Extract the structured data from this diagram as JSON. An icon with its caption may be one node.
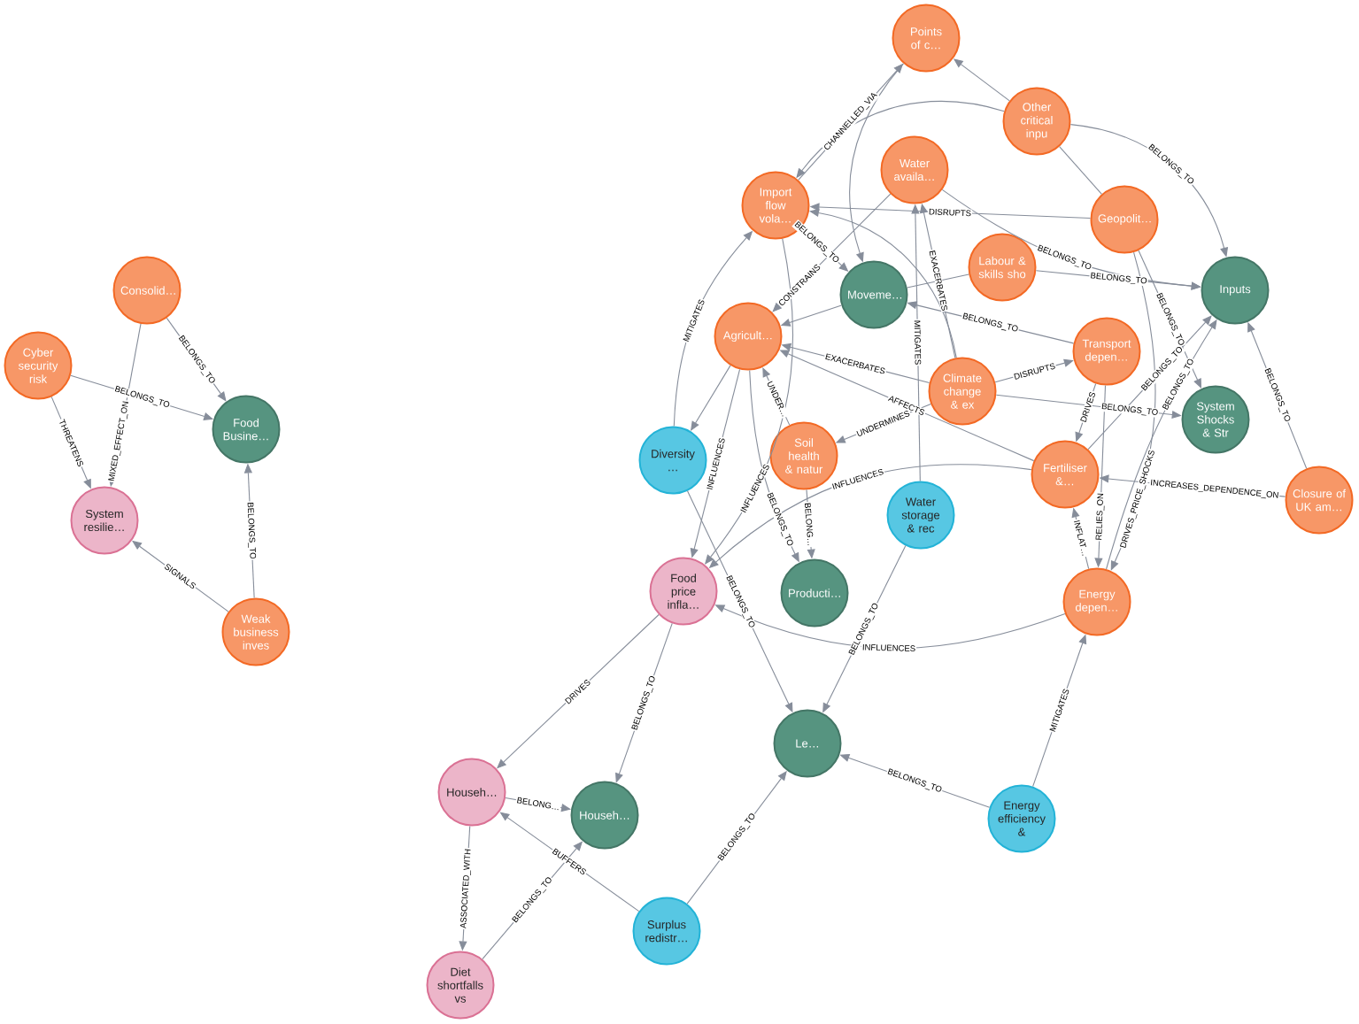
{
  "diagram": {
    "nodes": [
      {
        "text": [
          "Points of c…"
        ]
      },
      {
        "text": [
          "Other critical inpu"
        ]
      },
      {
        "text": [
          "Water availa…"
        ]
      },
      {
        "text": [
          "Import flow vola…"
        ]
      },
      {
        "text": [
          "Geopolit…"
        ]
      },
      {
        "text": [
          "Labour & skills sho"
        ]
      },
      {
        "text": [
          "Inputs"
        ]
      },
      {
        "text": [
          "Moveme…"
        ]
      },
      {
        "text": [
          "Agricult…"
        ]
      },
      {
        "text": [
          "Transport depen…"
        ]
      },
      {
        "text": [
          "Climate change & ex"
        ]
      },
      {
        "text": [
          "System Shocks & Str"
        ]
      },
      {
        "text": [
          "Diversity …"
        ]
      },
      {
        "text": [
          "Soil health & natur"
        ]
      },
      {
        "text": [
          "Fertiliser &…"
        ]
      },
      {
        "text": [
          "Closure of UK am…"
        ]
      },
      {
        "text": [
          "Water storage & rec"
        ]
      },
      {
        "text": [
          "Food price infla…"
        ]
      },
      {
        "text": [
          "Producti…"
        ]
      },
      {
        "text": [
          "Energy depen…"
        ]
      },
      {
        "text": [
          "Le…"
        ]
      },
      {
        "text": [
          "Househ…"
        ]
      },
      {
        "text": [
          "Househ…"
        ]
      },
      {
        "text": [
          "Energy efficiency &"
        ]
      },
      {
        "text": [
          "Surplus redistr…"
        ]
      },
      {
        "text": [
          "Diet shortfalls vs"
        ]
      },
      {
        "text": [
          "Consolid…"
        ]
      },
      {
        "text": [
          "Cyber security risk"
        ]
      },
      {
        "text": [
          "Food Busine…"
        ]
      },
      {
        "text": [
          "System resilie…"
        ]
      },
      {
        "text": [
          "Weak business inves"
        ]
      }
    ],
    "edges": [
      {
        "from": 26,
        "to": 28,
        "arrow": "to",
        "label": "BELONGS_TO"
      },
      {
        "from": 26,
        "to": 29,
        "arrow": "to",
        "label": "MIXED_EFFECT_ON"
      },
      {
        "from": 27,
        "to": 28,
        "arrow": "to",
        "label": "BELONGS_TO"
      },
      {
        "from": 27,
        "to": 29,
        "arrow": "to",
        "label": "THREATENS"
      },
      {
        "from": 30,
        "to": 29,
        "arrow": "to",
        "label": "SIGNALS"
      },
      {
        "from": 30,
        "to": 28,
        "arrow": "to",
        "label": "BELONGS_TO"
      },
      {
        "from": 3,
        "to": 0,
        "arrow": "to",
        "label": "CHANNELLED_VIA"
      },
      {
        "from": 0,
        "to": 7,
        "arrow": "to"
      },
      {
        "from": 1,
        "to": 0,
        "arrow": "to"
      },
      {
        "from": 1,
        "to": 3,
        "arrow": "to"
      },
      {
        "from": 1,
        "to": 6,
        "arrow": "to",
        "label": "BELONGS_TO"
      },
      {
        "from": 1,
        "to": 4,
        "arrow": "none"
      },
      {
        "from": 4,
        "to": 3,
        "arrow": "to",
        "label": "DISRUPTS"
      },
      {
        "from": 2,
        "to": 6,
        "arrow": "to",
        "label": "BELONGS_TO"
      },
      {
        "from": 2,
        "to": 8,
        "arrow": "to",
        "label": "CONSTRAINS"
      },
      {
        "from": 3,
        "to": 7,
        "arrow": "to",
        "label": "BELONGS_TO"
      },
      {
        "from": 10,
        "to": 3,
        "arrow": "to"
      },
      {
        "from": 5,
        "to": 6,
        "arrow": "to",
        "label": "BELONGS_TO"
      },
      {
        "from": 7,
        "to": 8,
        "arrow": "to"
      },
      {
        "from": 9,
        "to": 7,
        "arrow": "to",
        "label": "BELONGS_TO"
      },
      {
        "from": 10,
        "to": 9,
        "arrow": "to",
        "label": "DISRUPTS"
      },
      {
        "from": 10,
        "to": 11,
        "arrow": "to",
        "label": "BELONGS_TO"
      },
      {
        "from": 10,
        "to": 2,
        "arrow": "to",
        "label": "EXACERBATES"
      },
      {
        "from": 10,
        "to": 8,
        "arrow": "to",
        "label": "EXACERBATES"
      },
      {
        "from": 10,
        "to": 13,
        "arrow": "to",
        "label": "UNDERMINES"
      },
      {
        "from": 14,
        "to": 8,
        "arrow": "to",
        "label": "AFFECTS"
      },
      {
        "from": 16,
        "to": 2,
        "arrow": "to",
        "label": "MITIGATES"
      },
      {
        "from": 14,
        "to": 17,
        "arrow": "to",
        "label": "INFLUENCES"
      },
      {
        "from": 19,
        "to": 17,
        "arrow": "to",
        "label": "INFLUENCES"
      },
      {
        "from": 4,
        "to": 11,
        "arrow": "to",
        "label": "BELONGS_TO"
      },
      {
        "from": 4,
        "to": 19,
        "arrow": "to",
        "label": "DRIVES_PRICE_SHOCKS"
      },
      {
        "from": 9,
        "to": 19,
        "arrow": "to",
        "label": "RELIES_ON"
      },
      {
        "from": 9,
        "to": 14,
        "arrow": "to",
        "label": "DRIVES"
      },
      {
        "from": 14,
        "to": 6,
        "arrow": "to",
        "label": "BELONGS_TO"
      },
      {
        "from": 19,
        "to": 6,
        "arrow": "to",
        "label": "BELONGS_TO"
      },
      {
        "from": 15,
        "to": 6,
        "arrow": "to",
        "label": "BELONGS_TO"
      },
      {
        "from": 15,
        "to": 14,
        "arrow": "to",
        "label": "INCREASES_DEPENDENCE_ON"
      },
      {
        "from": 19,
        "to": 14,
        "arrow": "to",
        "label": "INFLAT…"
      },
      {
        "from": 16,
        "to": 20,
        "arrow": "to",
        "label": "BELONGS_TO"
      },
      {
        "from": 13,
        "to": 8,
        "arrow": "to",
        "label": "UNDER…"
      },
      {
        "from": 8,
        "to": 18,
        "arrow": "to",
        "label": "BELONGS_TO"
      },
      {
        "from": 13,
        "to": 18,
        "arrow": "to",
        "label": "BELONG…"
      },
      {
        "from": 8,
        "to": 12,
        "arrow": "to"
      },
      {
        "from": 3,
        "to": 17,
        "arrow": "to",
        "label": "INFLUENCES"
      },
      {
        "from": 8,
        "to": 17,
        "arrow": "to",
        "label": "INFLUENCES"
      },
      {
        "from": 12,
        "to": 3,
        "arrow": "to",
        "label": "MITIGATES"
      },
      {
        "from": 12,
        "to": 20,
        "arrow": "to",
        "label": "BELONGS_TO"
      },
      {
        "from": 17,
        "to": 21,
        "arrow": "to",
        "label": "DRIVES"
      },
      {
        "from": 17,
        "to": 22,
        "arrow": "to",
        "label": "BELONGS_TO"
      },
      {
        "from": 21,
        "to": 22,
        "arrow": "to",
        "label": "BELONG…"
      },
      {
        "from": 21,
        "to": 25,
        "arrow": "to",
        "label": "ASSOCIATED_WITH"
      },
      {
        "from": 25,
        "to": 22,
        "arrow": "to",
        "label": "BELONGS_TO"
      },
      {
        "from": 24,
        "to": 21,
        "arrow": "to",
        "label": "BUFFERS"
      },
      {
        "from": 24,
        "to": 20,
        "arrow": "to",
        "label": "BELONGS_TO"
      },
      {
        "from": 23,
        "to": 20,
        "arrow": "to",
        "label": "BELONGS_TO"
      },
      {
        "from": 23,
        "to": 19,
        "arrow": "to",
        "label": "MITIGATES"
      },
      {
        "from": 5,
        "to": 7,
        "arrow": "none"
      }
    ]
  }
}
